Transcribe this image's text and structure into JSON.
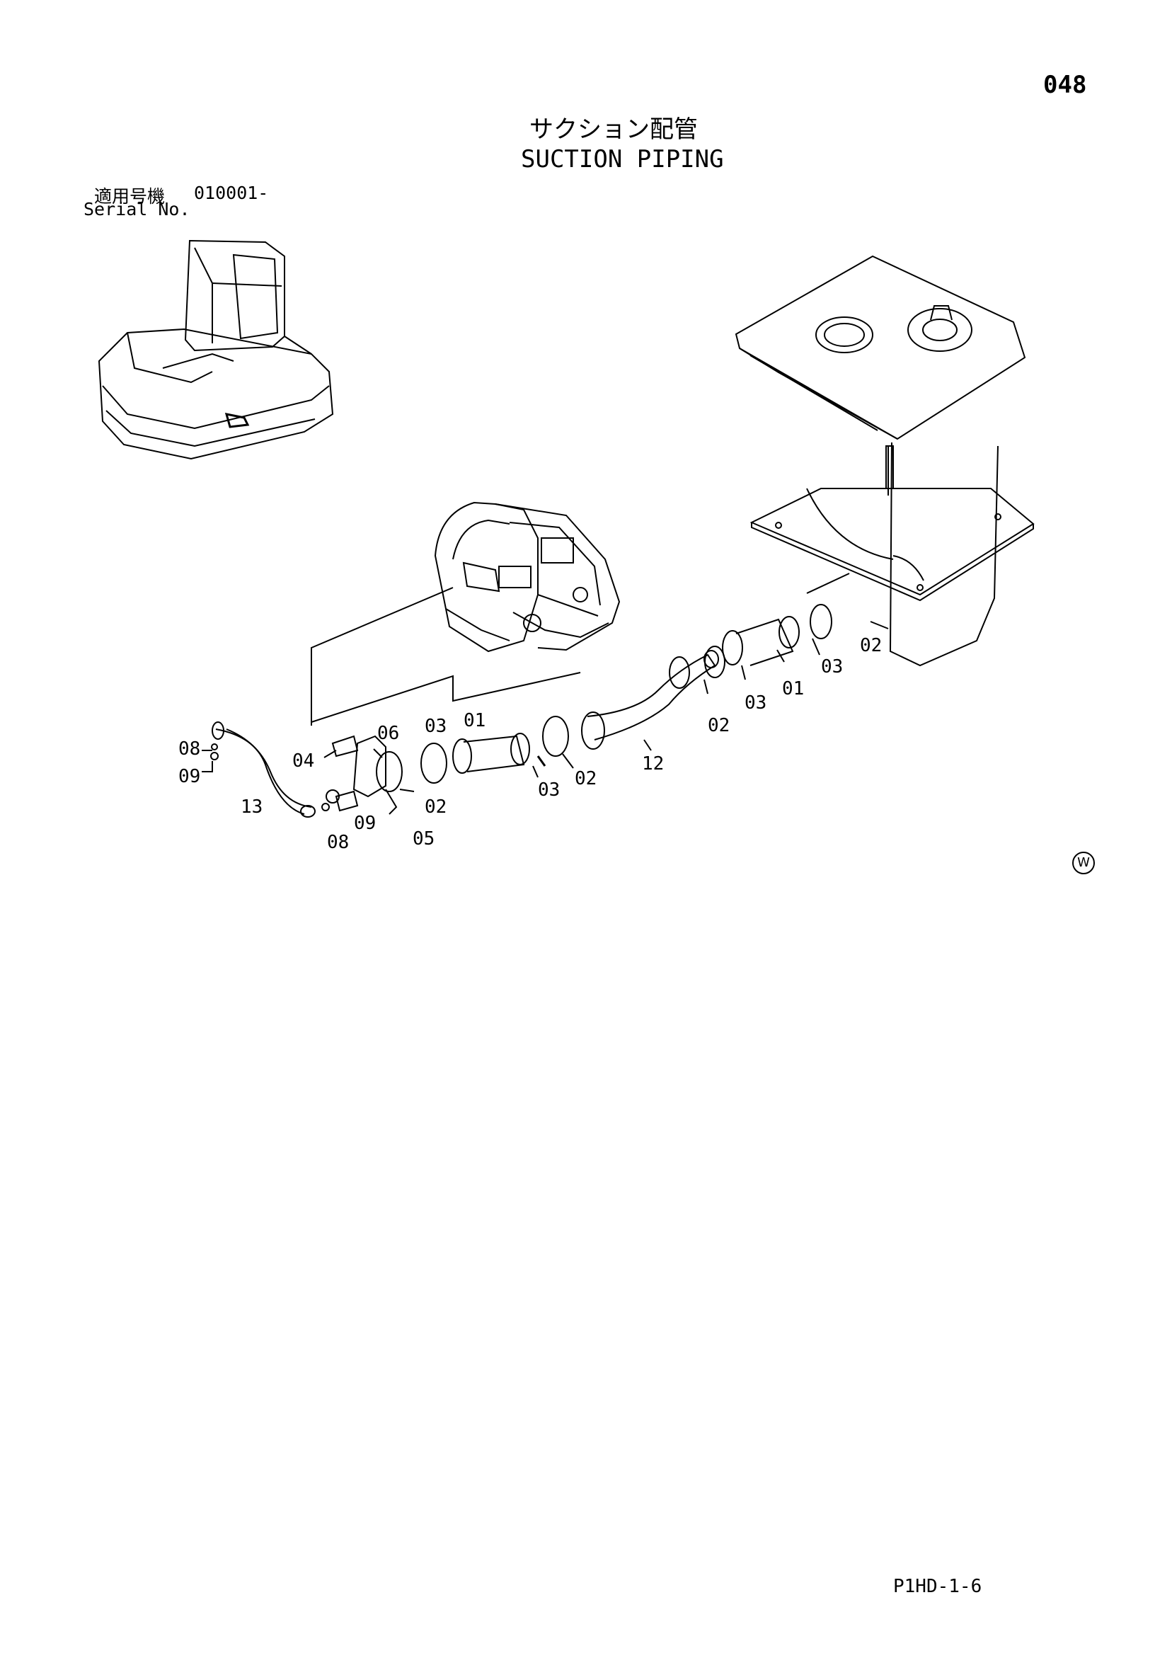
{
  "page_number": "048",
  "title": {
    "japanese": "サクション配管",
    "english": "SUCTION PIPING"
  },
  "serial": {
    "label_japanese": "適用号機",
    "value": "010001-",
    "label_english": "Serial No."
  },
  "callouts": {
    "c01a": "01",
    "c01b": "01",
    "c02a": "02",
    "c02b": "02",
    "c02c": "02",
    "c02d": "02",
    "c03a": "03",
    "c03b": "03",
    "c03c": "03",
    "c03d": "03",
    "c04": "04",
    "c05": "05",
    "c06": "06",
    "c08a": "08",
    "c08b": "08",
    "c09a": "09",
    "c09b": "09",
    "c12": "12",
    "c13": "13"
  },
  "corner_mark": "W",
  "footer_code": "P1HD-1-6"
}
